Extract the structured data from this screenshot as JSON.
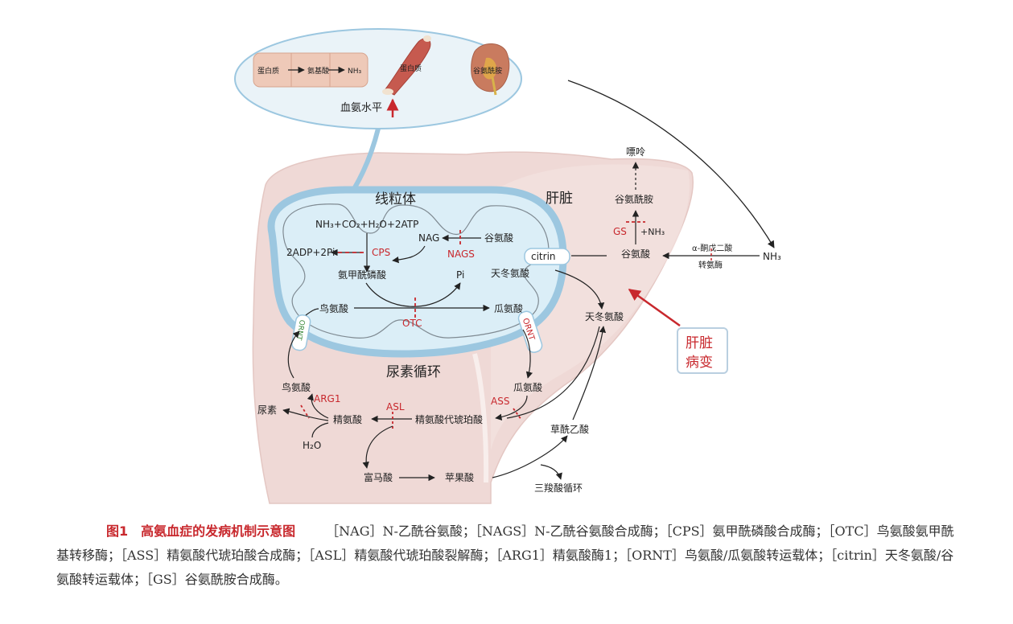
{
  "colors": {
    "liver": "#efd9d6",
    "liver_light": "#f5e7e5",
    "mito_fill": "#dbeef7",
    "mito_border": "#9cc7e0",
    "red": "#c8282d",
    "arrow": "#222222"
  },
  "top_panel": {
    "intestine_protein": "蛋白质",
    "intestine_amino": "氨基酸",
    "intestine_nh3": "NH₃",
    "muscle_label": "蛋白质",
    "kidney_label": "谷氨酰胺",
    "blood_ammonia": "血氨水平"
  },
  "labels": {
    "mitochondria": "线粒体",
    "liver": "肝脏",
    "urea_cycle": "尿素循环",
    "liver_disease_line1": "肝脏",
    "liver_disease_line2": "病变",
    "reaction": "NH₃+CO₂+H₂O+2ATP",
    "adp": "2ADP+2Pi",
    "cps": "CPS",
    "nag": "NAG",
    "nags": "NAGS",
    "glutamate_mito": "谷氨酸",
    "citrin": "citrin",
    "aspartate_mito": "天冬氨酸",
    "carbamoyl_phosphate": "氨甲酰磷酸",
    "pi": "Pi",
    "ornithine_mito": "鸟氨酸",
    "citrulline_mito": "瓜氨酸",
    "otc": "OTC",
    "ornt_right": "ORNT",
    "ornt_left": "ORNT",
    "purine": "嘌呤",
    "glutamine": "谷氨酰胺",
    "gs": "GS",
    "plus_nh3": "+NH₃",
    "glutamate_liver": "谷氨酸",
    "alpha_kg": "α-酮戊二酸",
    "transaminase": "转氨酶",
    "nh3_right": "NH₃",
    "aspartate_cyto": "天冬氨酸",
    "citrulline_cyto": "瓜氨酸",
    "ass": "ASS",
    "argininosuccinate": "精氨酸代琥珀酸",
    "asl": "ASL",
    "arginine": "精氨酸",
    "arg1": "ARG1",
    "ornithine_cyto": "鸟氨酸",
    "urea": "尿素",
    "h2o": "H₂O",
    "fumarate": "富马酸",
    "malate": "苹果酸",
    "oxaloacetate": "草酰乙酸",
    "tca": "三羧酸循环"
  },
  "caption": {
    "title": "图1　高氨血症的发病机制示意图",
    "text": "［NAG］N-乙酰谷氨酸；［NAGS］N-乙酰谷氨酸合成酶；［CPS］氨甲酰磷酸合成酶；［OTC］鸟氨酸氨甲酰基转移酶；［ASS］精氨酸代琥珀酸合成酶；［ASL］精氨酸代琥珀酸裂解酶；［ARG1］精氨酸酶1；［ORNT］鸟氨酸/瓜氨酸转运载体；［citrin］天冬氨酸/谷氨酸转运载体；［GS］谷氨酰胺合成酶。"
  }
}
